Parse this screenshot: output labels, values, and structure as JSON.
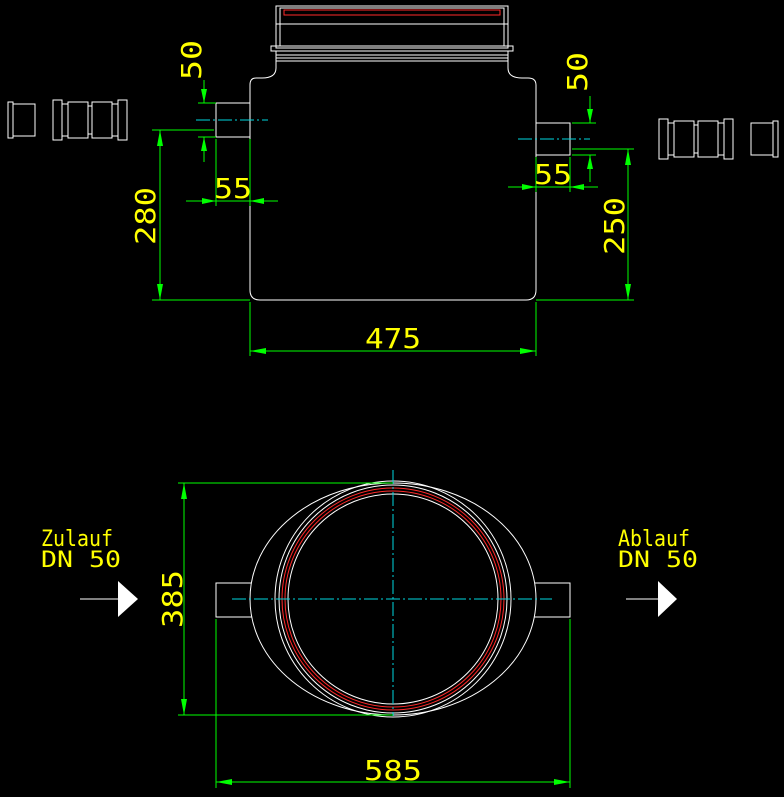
{
  "drawing": {
    "title": "",
    "background": "#000000",
    "colors": {
      "object_lines": "#ffffff",
      "dimension_lines": "#00ff00",
      "dimension_text": "#ffff00",
      "center_lines": "#00d8e0",
      "seal_lines": "#ff2a2a"
    }
  },
  "side_view": {
    "dims": {
      "width": "475",
      "inlet_height": "280",
      "outlet_height": "250",
      "inlet_pipe_dia": "50",
      "outlet_pipe_dia": "50",
      "inlet_pipe_length": "55",
      "outlet_pipe_length": "55"
    }
  },
  "top_view": {
    "dims": {
      "overall_width": "585",
      "depth": "385"
    },
    "inlet": {
      "label": "Zulauf",
      "size": "DN 50"
    },
    "outlet": {
      "label": "Ablauf",
      "size": "DN 50"
    }
  }
}
